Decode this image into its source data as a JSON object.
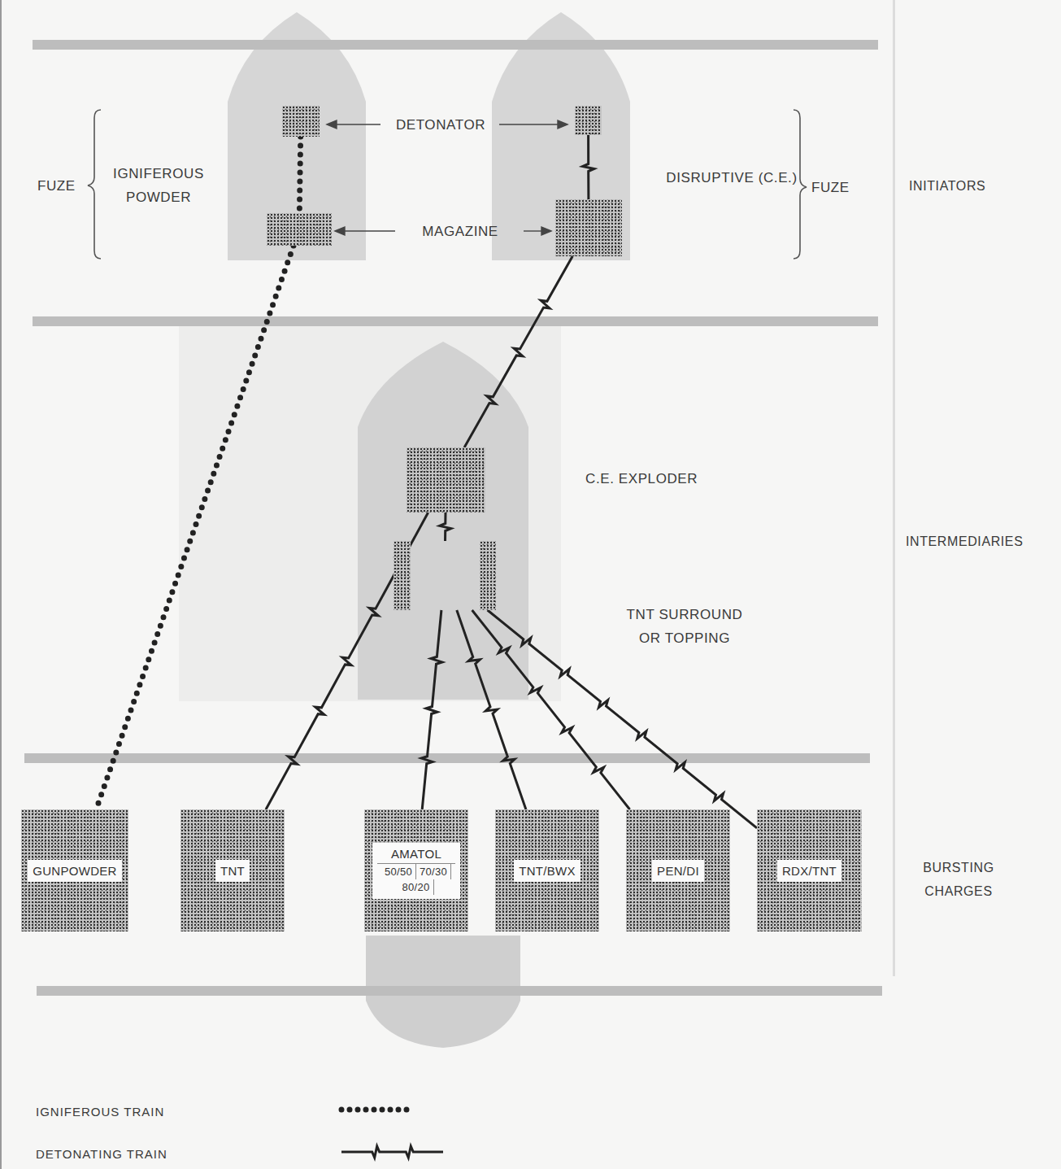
{
  "diagram": {
    "nodes": [
      {
        "text": []
      },
      {
        "text": []
      },
      {
        "text": []
      },
      {
        "text": []
      },
      {
        "text": [
          "C.E. EXPLODER"
        ]
      },
      {
        "text": [
          "TNT SURROUND OR TOPPING"
        ]
      },
      {
        "text": [
          "GUNPOWDER"
        ]
      },
      {
        "text": [
          "TNT"
        ]
      },
      {
        "text": [
          "AMATOL",
          "50/50",
          "70/30",
          "80/20"
        ]
      },
      {
        "text": [
          "TNT/BWX"
        ]
      },
      {
        "text": [
          "PEN/DI"
        ]
      },
      {
        "text": [
          "RDX/TNT"
        ]
      }
    ],
    "edges": [
      {
        "from": 0,
        "to": 1,
        "arrow": "none"
      },
      {
        "from": 1,
        "to": 6,
        "arrow": "none"
      },
      {
        "from": 2,
        "to": 3,
        "arrow": "none"
      },
      {
        "from": 3,
        "to": 4,
        "arrow": "none"
      },
      {
        "from": 4,
        "to": 7,
        "arrow": "none"
      },
      {
        "from": 4,
        "to": 5,
        "arrow": "none"
      },
      {
        "from": 5,
        "to": 8,
        "arrow": "none"
      },
      {
        "from": 5,
        "to": 9,
        "arrow": "none"
      },
      {
        "from": 5,
        "to": 10,
        "arrow": "none"
      },
      {
        "from": 5,
        "to": 11,
        "arrow": "none"
      }
    ],
    "labels": [
      "FUZE",
      "IGNIFEROUS POWDER",
      "DISRUPTIVE (C.E.)",
      "FUZE",
      "INITIATORS",
      "INTERMEDIARIES",
      "BURSTING CHARGES",
      "DETONATOR",
      "MAGAZINE"
    ],
    "legend": [
      {
        "text": "IGNIFEROUS TRAIN"
      },
      {
        "text": "DETONATING TRAIN"
      }
    ]
  }
}
